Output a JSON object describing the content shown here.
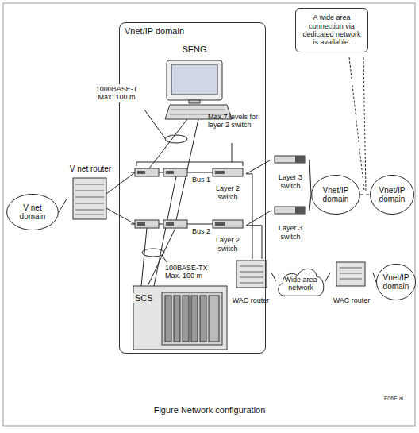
{
  "diagram": {
    "caption": "Figure Network configuration",
    "nodes": [
      {
        "text": [
          "Vnet/IP domain"
        ]
      },
      {
        "text": [
          "SENG"
        ],
        "in": 0
      },
      {
        "text": [
          "Layer 2 switch"
        ],
        "in": 0
      },
      {
        "text": [
          "Layer 2 switch"
        ],
        "in": 0
      },
      {
        "text": [
          "SCS"
        ],
        "in": 0
      },
      {
        "text": [
          "V net domain"
        ]
      },
      {
        "text": [
          "V net router"
        ]
      },
      {
        "text": [
          "A wide area connection via dedicated network is available."
        ]
      },
      {
        "text": [
          "Layer 3 switch"
        ]
      },
      {
        "text": [
          "Layer 3 switch"
        ]
      },
      {
        "text": [
          "Vnet/IP domain"
        ]
      },
      {
        "text": [
          "Vnet/IP domain"
        ]
      },
      {
        "text": [
          "WAC router"
        ]
      },
      {
        "text": [
          "Wide area network"
        ]
      },
      {
        "text": [
          "WAC router"
        ]
      },
      {
        "text": [
          "Vnet/IP domain"
        ]
      }
    ],
    "edges": [
      {
        "from": 5,
        "to": 6,
        "arrow": "none"
      },
      {
        "from": 2,
        "to": 8,
        "arrow": "none"
      },
      {
        "from": 3,
        "to": 9,
        "arrow": "none"
      },
      {
        "from": 8,
        "to": 10,
        "arrow": "none"
      },
      {
        "from": 9,
        "to": 10,
        "arrow": "none"
      },
      {
        "from": 10,
        "to": 11,
        "arrow": "none"
      },
      {
        "from": 2,
        "to": 12,
        "arrow": "none"
      },
      {
        "from": 3,
        "to": 12,
        "arrow": "none"
      },
      {
        "from": 12,
        "to": 13,
        "arrow": "none"
      },
      {
        "from": 13,
        "to": 14,
        "arrow": "none"
      },
      {
        "from": 14,
        "to": 15,
        "arrow": "none"
      }
    ],
    "labels": [
      "1000BASE-T Max. 100 m",
      "Max.7 levels for layer 2 switch",
      "Bus 1",
      "Bus 2",
      "100BASE-TX Max. 100 m",
      "F06E.ai"
    ]
  }
}
